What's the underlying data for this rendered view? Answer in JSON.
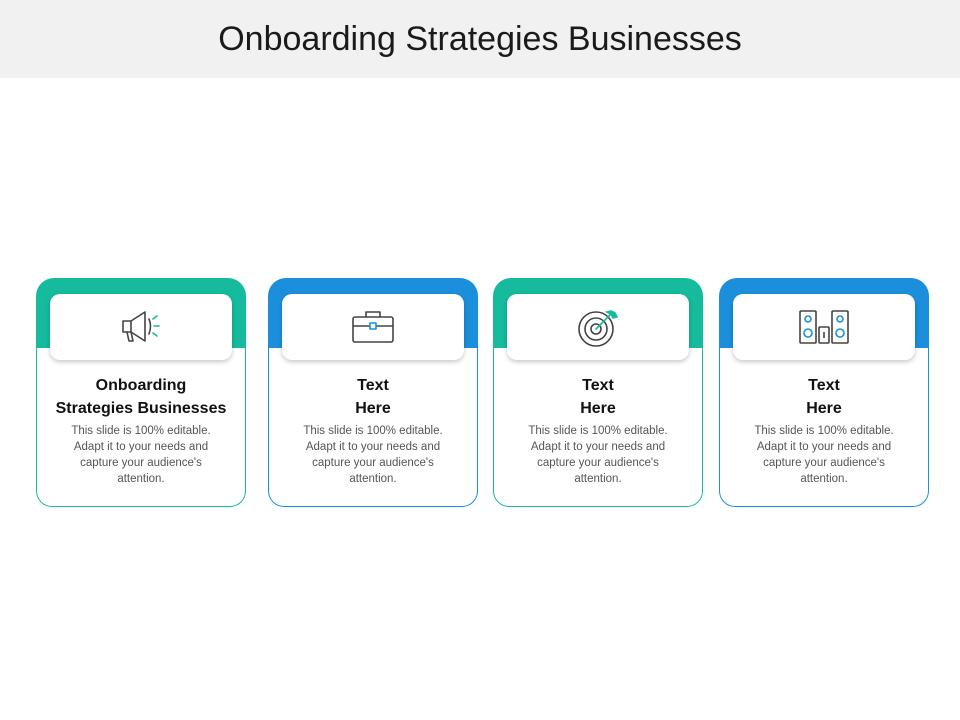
{
  "title": "Onboarding Strategies Businesses",
  "colors": {
    "teal": "#15bb9c",
    "blue": "#1b8fdb"
  },
  "cards": [
    {
      "heading_line1": "Onboarding",
      "heading_line2": "Strategies Businesses",
      "description": "This slide is 100% editable. Adapt it to your needs and capture your audience's attention.",
      "icon": "megaphone-icon"
    },
    {
      "heading_line1": "Text",
      "heading_line2": "Here",
      "description": "This slide is 100% editable. Adapt it to your needs and capture your audience's attention.",
      "icon": "briefcase-icon"
    },
    {
      "heading_line1": "Text",
      "heading_line2": "Here",
      "description": "This slide is 100% editable. Adapt it to your needs and capture your audience's attention.",
      "icon": "target-icon"
    },
    {
      "heading_line1": "Text",
      "heading_line2": "Here",
      "description": "This slide is 100% editable. Adapt it to your needs and capture your audience's attention.",
      "icon": "speakers-icon"
    }
  ]
}
